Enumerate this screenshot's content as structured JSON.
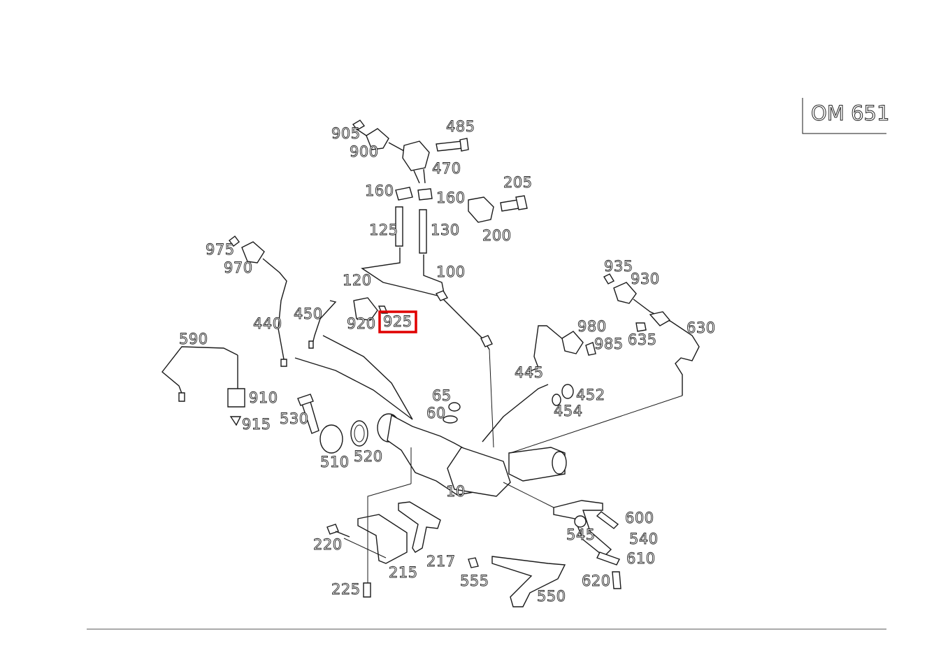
{
  "diagram": {
    "engine_code": "OM 651",
    "highlighted_callout": "925",
    "highlight_color": "#e00000",
    "line_color": "#1a1a1a",
    "callouts": [
      {
        "id": "905",
        "text": "905"
      },
      {
        "id": "900",
        "text": "900"
      },
      {
        "id": "485",
        "text": "485"
      },
      {
        "id": "470",
        "text": "470"
      },
      {
        "id": "205",
        "text": "205"
      },
      {
        "id": "160a",
        "text": "160"
      },
      {
        "id": "160b",
        "text": "160"
      },
      {
        "id": "125",
        "text": "125"
      },
      {
        "id": "130",
        "text": "130"
      },
      {
        "id": "200",
        "text": "200"
      },
      {
        "id": "975",
        "text": "975"
      },
      {
        "id": "970",
        "text": "970"
      },
      {
        "id": "100",
        "text": "100"
      },
      {
        "id": "120",
        "text": "120"
      },
      {
        "id": "935",
        "text": "935"
      },
      {
        "id": "930",
        "text": "930"
      },
      {
        "id": "450",
        "text": "450"
      },
      {
        "id": "440",
        "text": "440"
      },
      {
        "id": "920",
        "text": "920"
      },
      {
        "id": "925",
        "text": "925"
      },
      {
        "id": "980",
        "text": "980"
      },
      {
        "id": "630",
        "text": "630"
      },
      {
        "id": "635",
        "text": "635"
      },
      {
        "id": "985",
        "text": "985"
      },
      {
        "id": "590",
        "text": "590"
      },
      {
        "id": "445",
        "text": "445"
      },
      {
        "id": "910",
        "text": "910"
      },
      {
        "id": "65",
        "text": "65"
      },
      {
        "id": "452",
        "text": "452"
      },
      {
        "id": "530",
        "text": "530"
      },
      {
        "id": "60",
        "text": "60"
      },
      {
        "id": "454",
        "text": "454"
      },
      {
        "id": "915",
        "text": "915"
      },
      {
        "id": "520",
        "text": "520"
      },
      {
        "id": "510",
        "text": "510"
      },
      {
        "id": "10",
        "text": "10"
      },
      {
        "id": "600",
        "text": "600"
      },
      {
        "id": "545",
        "text": "545"
      },
      {
        "id": "540",
        "text": "540"
      },
      {
        "id": "220",
        "text": "220"
      },
      {
        "id": "610",
        "text": "610"
      },
      {
        "id": "217",
        "text": "217"
      },
      {
        "id": "215",
        "text": "215"
      },
      {
        "id": "555",
        "text": "555"
      },
      {
        "id": "620",
        "text": "620"
      },
      {
        "id": "225",
        "text": "225"
      },
      {
        "id": "550",
        "text": "550"
      }
    ]
  }
}
